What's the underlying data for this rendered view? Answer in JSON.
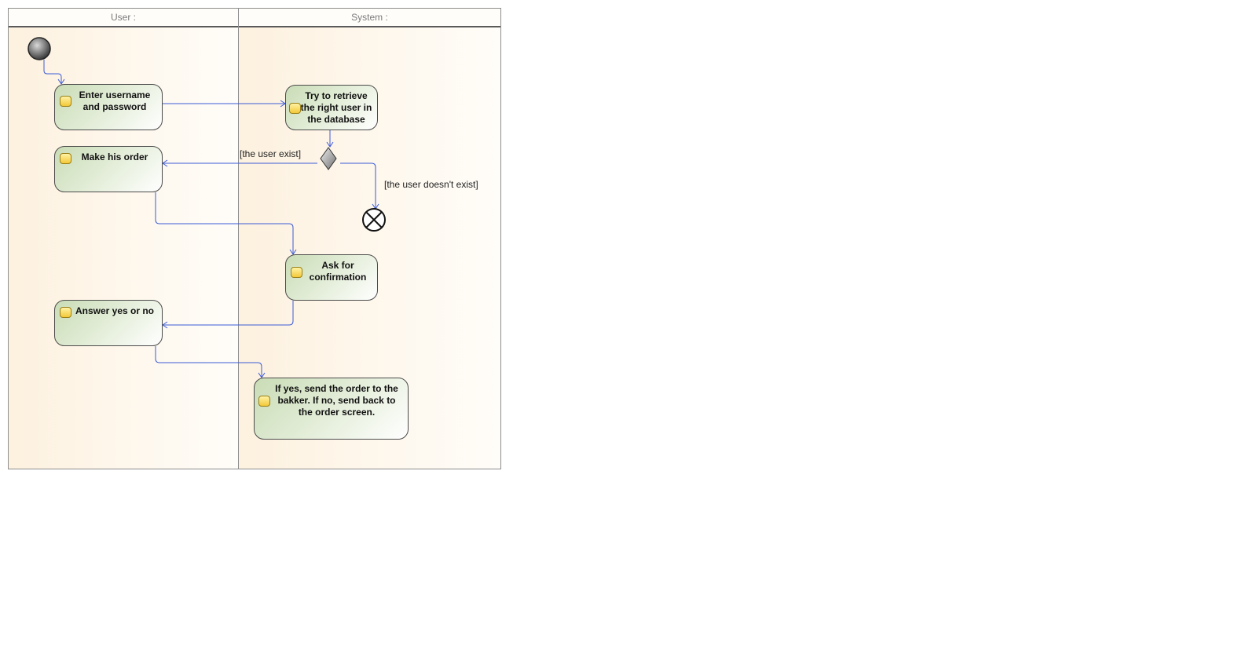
{
  "lanes": {
    "user": "User :",
    "system": "System :"
  },
  "actions": {
    "enter_credentials": "Enter username and password",
    "retrieve_user": "Try to retrieve the right user in the database",
    "make_order": "Make his order",
    "ask_confirmation": "Ask for confirmation",
    "answer": "Answer yes or no",
    "send_order": "If yes, send the order to the bakker. If no, send back to the order screen."
  },
  "guards": {
    "user_exists": "[the user exist]",
    "user_not_exists": "[the user doesn't exist]"
  },
  "colors": {
    "edge": "#3b5bd6",
    "action_fill": "#c9dcb6",
    "lane_fill": "#fdf1df",
    "tag_fill": "#f3c838"
  }
}
